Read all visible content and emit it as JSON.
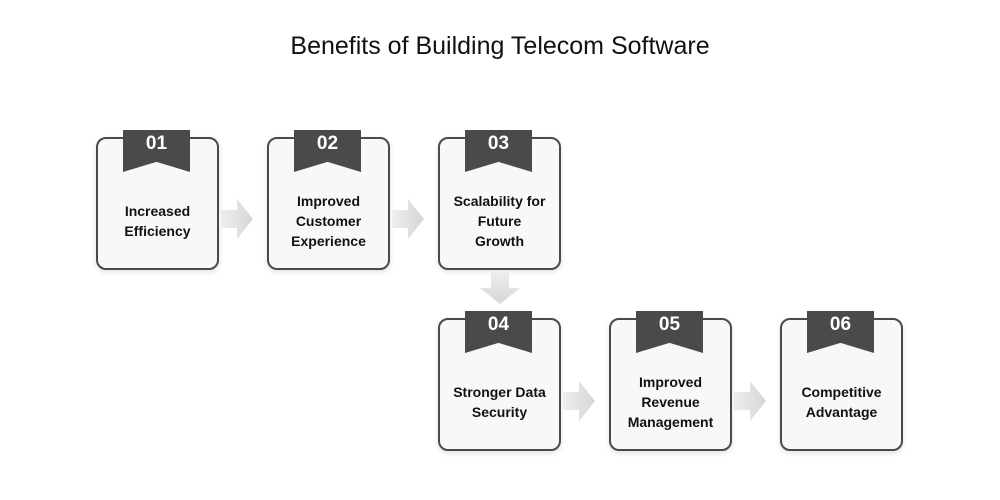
{
  "title": "Benefits of Building Telecom Software",
  "steps": [
    {
      "number": "01",
      "label": "Increased Efficiency"
    },
    {
      "number": "02",
      "label": "Improved Customer Experience"
    },
    {
      "number": "03",
      "label": "Scalability for Future Growth"
    },
    {
      "number": "04",
      "label": "Stronger Data Security"
    },
    {
      "number": "05",
      "label": "Improved Revenue Management"
    },
    {
      "number": "06",
      "label": "Competitive Advantage"
    }
  ],
  "colors": {
    "ribbon": "#4a4a4a",
    "box_fill": "#f7f9f9",
    "arrow": "#d9d9d9"
  }
}
